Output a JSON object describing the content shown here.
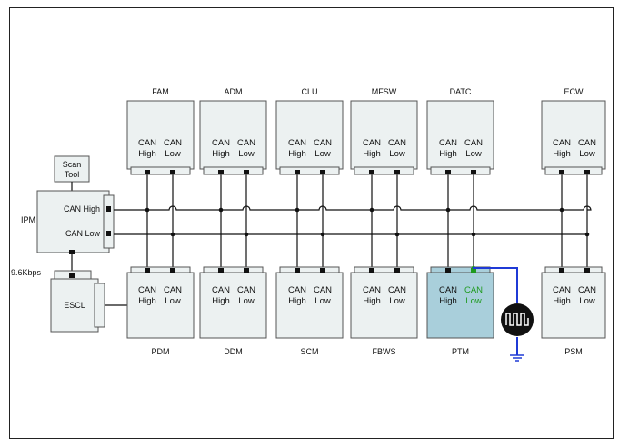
{
  "colors": {
    "module_fill": "#ecf1f1",
    "module_stroke": "#555555",
    "highlight_fill": "#a9cfdb",
    "probe_wire": "#1f3ad6",
    "can_low_highlight": "#1f9a1f",
    "bus_line": "#111111"
  },
  "pin_labels": {
    "can": "CAN",
    "high": "High",
    "low": "Low"
  },
  "top_modules": [
    {
      "name": "FAM"
    },
    {
      "name": "ADM"
    },
    {
      "name": "CLU"
    },
    {
      "name": "MFSW"
    },
    {
      "name": "DATC"
    },
    {
      "name": "ECW"
    }
  ],
  "bottom_modules": [
    {
      "name": "PDM"
    },
    {
      "name": "DDM"
    },
    {
      "name": "SCM"
    },
    {
      "name": "FBWS"
    },
    {
      "name": "PTM",
      "highlighted": true
    },
    {
      "name": "PSM"
    }
  ],
  "ipm": {
    "name": "IPM",
    "can_high": "CAN High",
    "can_low": "CAN Low"
  },
  "scan_tool": {
    "line1": "Scan",
    "line2": "Tool"
  },
  "escl": {
    "name": "ESCL",
    "baud": "9.6Kbps"
  },
  "probe": {
    "icon": "oscilloscope-icon",
    "ground_icon": "ground-icon"
  }
}
